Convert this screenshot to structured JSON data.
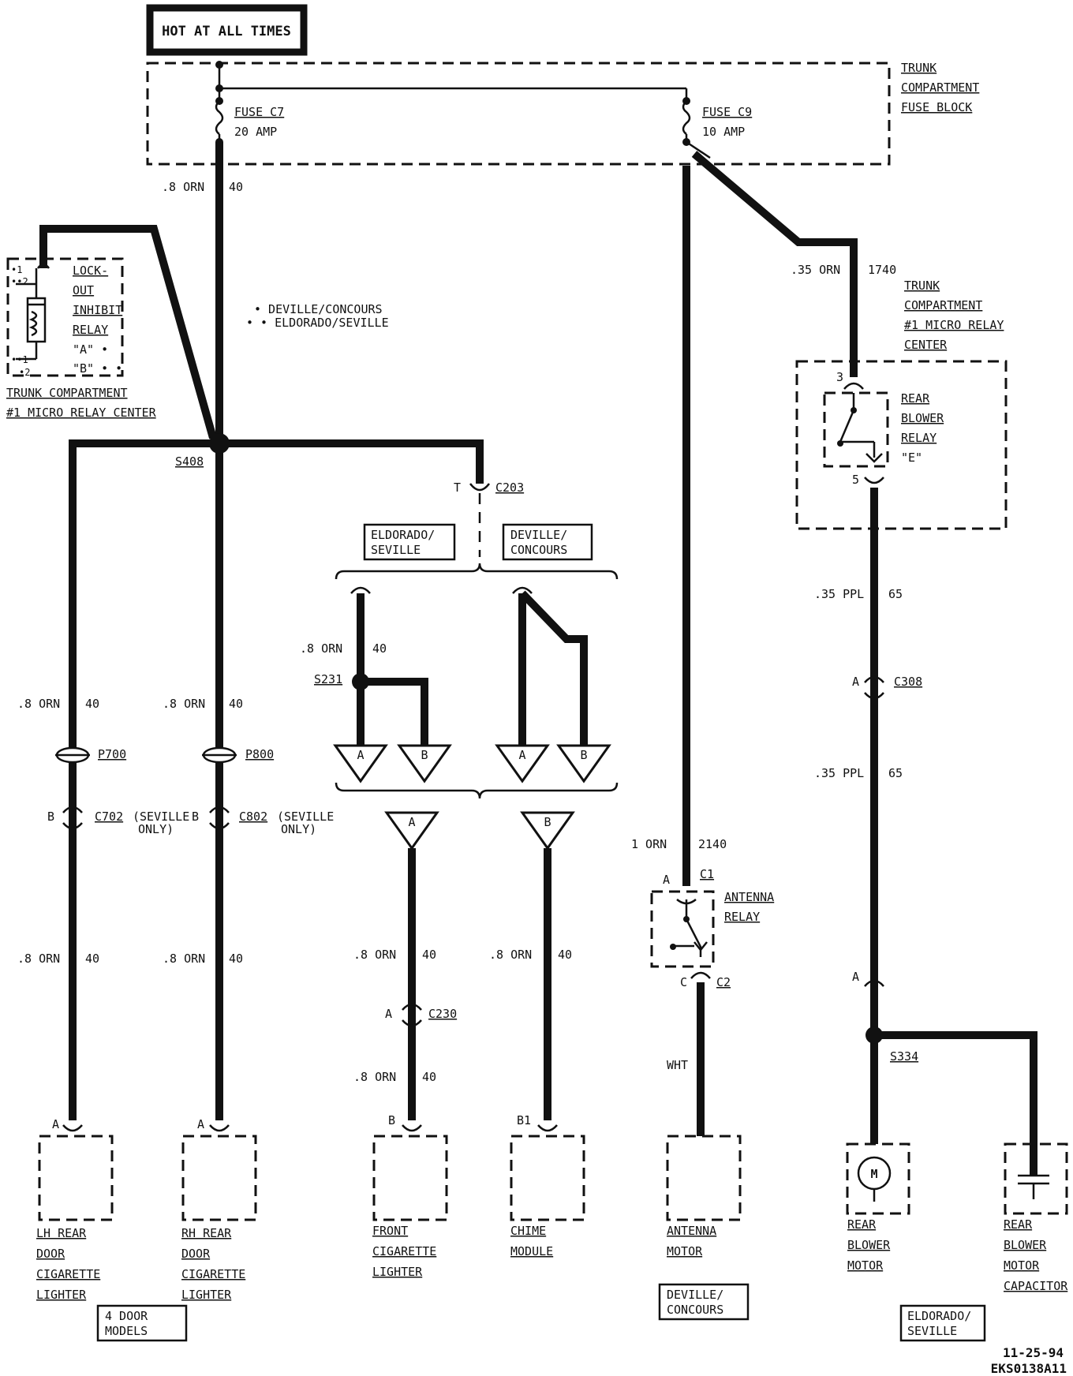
{
  "header": {
    "hot_label": "HOT AT ALL TIMES"
  },
  "fuse_block": {
    "name_lines": [
      "TRUNK",
      "COMPARTMENT",
      "FUSE BLOCK"
    ],
    "fuse_c7": {
      "name": "FUSE C7",
      "rating": "20 AMP"
    },
    "fuse_c9": {
      "name": "FUSE C9",
      "rating": "10 AMP"
    }
  },
  "legend": {
    "single_dot": "• DEVILLE/CONCOURS",
    "double_dot": "• • ELDORADO/SEVILLE"
  },
  "lockout_relay": {
    "label_lines": [
      "LOCK-",
      "OUT",
      "INHIBIT",
      "RELAY",
      "\"A\" •",
      "\"B\" • •"
    ],
    "pin_labels": [
      "•1",
      "••2",
      "••1",
      "•2"
    ],
    "center_lines": [
      "TRUNK COMPARTMENT",
      "#1 MICRO RELAY CENTER"
    ]
  },
  "relay_center_right": {
    "label_lines": [
      "TRUNK",
      "COMPARTMENT",
      "#1 MICRO RELAY",
      "CENTER"
    ]
  },
  "rear_blower_relay": {
    "label_lines": [
      "REAR",
      "BLOWER",
      "RELAY",
      "\"E\""
    ],
    "pin_in": "3",
    "pin_out": "5"
  },
  "wires": {
    "c7_main": {
      "gauge": ".8 ORN",
      "circuit": "40"
    },
    "c9_orn": {
      "gauge": ".35 ORN",
      "circuit": "1740"
    },
    "c9_antenna": {
      "gauge": "1 ORN",
      "circuit": "2140"
    },
    "ppl_upper": {
      "gauge": ".35 PPL",
      "circuit": "65"
    },
    "ppl_lower": {
      "gauge": ".35 PPL",
      "circuit": "65"
    },
    "lh_upper": {
      "gauge": ".8 ORN",
      "circuit": "40"
    },
    "lh_lower": {
      "gauge": ".8 ORN",
      "circuit": "40"
    },
    "rh_upper": {
      "gauge": ".8 ORN",
      "circuit": "40"
    },
    "rh_lower": {
      "gauge": ".8 ORN",
      "circuit": "40"
    },
    "eldo_branch": {
      "gauge": ".8 ORN",
      "circuit": "40"
    },
    "front_upper": {
      "gauge": ".8 ORN",
      "circuit": "40"
    },
    "front_lower": {
      "gauge": ".8 ORN",
      "circuit": "40"
    },
    "chime": {
      "gauge": ".8 ORN",
      "circuit": "40"
    },
    "antenna_out": {
      "gauge": "WHT"
    }
  },
  "splices": {
    "s408": "S408",
    "s231": "S231",
    "s334": "S334"
  },
  "connectors": {
    "c203": {
      "name": "C203",
      "pin": "T"
    },
    "p700": "P700",
    "p800": "P800",
    "c702": {
      "name": "C702",
      "pin": "B",
      "note_lines": [
        "(SEVILLE",
        "ONLY)"
      ]
    },
    "c802": {
      "name": "C802",
      "pin": "B",
      "note_lines": [
        "(SEVILLE",
        "ONLY)"
      ]
    },
    "c230": {
      "name": "C230",
      "pin": "A"
    },
    "c308": {
      "name": "C308",
      "pin": "A"
    },
    "c1": {
      "name": "C1",
      "pin": "A"
    },
    "c2": {
      "name": "C2",
      "pin": "C"
    },
    "blower_motor_pin": "A"
  },
  "options": {
    "eldorado_seville": [
      "ELDORADO/",
      "SEVILLE"
    ],
    "deville_concours": [
      "DEVILLE/",
      "CONCOURS"
    ],
    "tri_a": "A",
    "tri_b": "B"
  },
  "antenna_relay": {
    "label_lines": [
      "ANTENNA",
      "RELAY"
    ]
  },
  "components": {
    "lh_lighter": {
      "pin": "A",
      "label_lines": [
        "LH REAR",
        "DOOR",
        "CIGARETTE",
        "LIGHTER"
      ]
    },
    "rh_lighter": {
      "pin": "A",
      "label_lines": [
        "RH REAR",
        "DOOR",
        "CIGARETTE",
        "LIGHTER"
      ]
    },
    "front_lighter": {
      "pin": "B",
      "label_lines": [
        "FRONT",
        "CIGARETTE",
        "LIGHTER"
      ]
    },
    "chime_module": {
      "pin": "B1",
      "label_lines": [
        "CHIME",
        "MODULE"
      ]
    },
    "antenna_motor": {
      "label_lines": [
        "ANTENNA",
        "MOTOR"
      ]
    },
    "rear_blower_motor": {
      "symbol": "M",
      "label_lines": [
        "REAR",
        "BLOWER",
        "MOTOR"
      ]
    },
    "rear_blower_capacitor": {
      "label_lines": [
        "REAR",
        "BLOWER",
        "MOTOR",
        "CAPACITOR"
      ]
    }
  },
  "notes": {
    "four_door": [
      "4 DOOR",
      "MODELS"
    ],
    "deville_concours": [
      "DEVILLE/",
      "CONCOURS"
    ],
    "eldorado_seville": [
      "ELDORADO/",
      "SEVILLE"
    ]
  },
  "footer": {
    "date": "11-25-94",
    "code": "EKS0138A11"
  }
}
